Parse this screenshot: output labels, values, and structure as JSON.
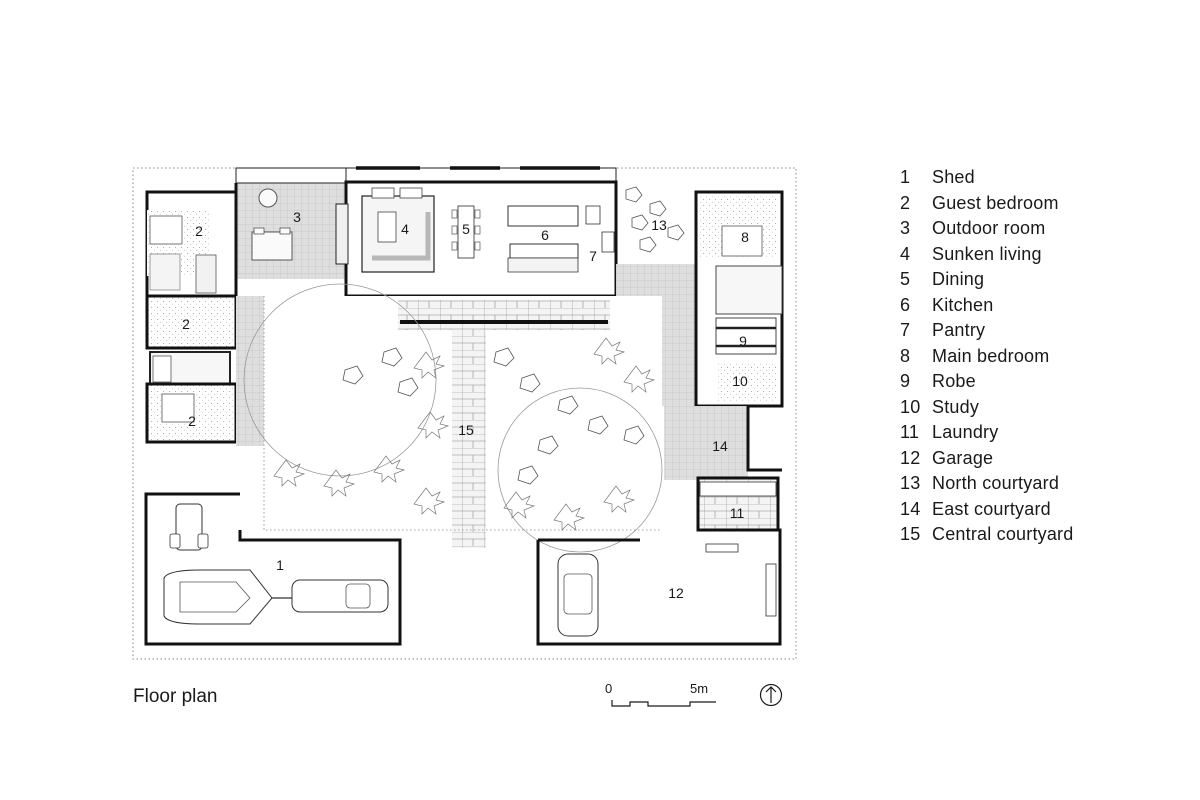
{
  "title": "Floor plan",
  "scale": {
    "zero": "0",
    "five": "5m"
  },
  "legend": [
    {
      "num": "1",
      "label": "Shed"
    },
    {
      "num": "2",
      "label": "Guest bedroom"
    },
    {
      "num": "3",
      "label": "Outdoor room"
    },
    {
      "num": "4",
      "label": "Sunken living"
    },
    {
      "num": "5",
      "label": "Dining"
    },
    {
      "num": "6",
      "label": "Kitchen"
    },
    {
      "num": "7",
      "label": "Pantry"
    },
    {
      "num": "8",
      "label": "Main bedroom"
    },
    {
      "num": "9",
      "label": "Robe"
    },
    {
      "num": "10",
      "label": "Study"
    },
    {
      "num": "11",
      "label": "Laundry"
    },
    {
      "num": "12",
      "label": "Garage"
    },
    {
      "num": "13",
      "label": "North courtyard"
    },
    {
      "num": "14",
      "label": "East courtyard"
    },
    {
      "num": "15",
      "label": "Central courtyard"
    }
  ],
  "plan_labels": {
    "shed": "1",
    "guest_a": "2",
    "guest_b": "2",
    "guest_c": "2",
    "outdoor": "3",
    "living": "4",
    "dining": "5",
    "kitchen": "6",
    "pantry": "7",
    "main_bed": "8",
    "robe": "9",
    "study": "10",
    "laundry": "11",
    "garage": "12",
    "north_court": "13",
    "east_court": "14",
    "central_court": "15"
  }
}
